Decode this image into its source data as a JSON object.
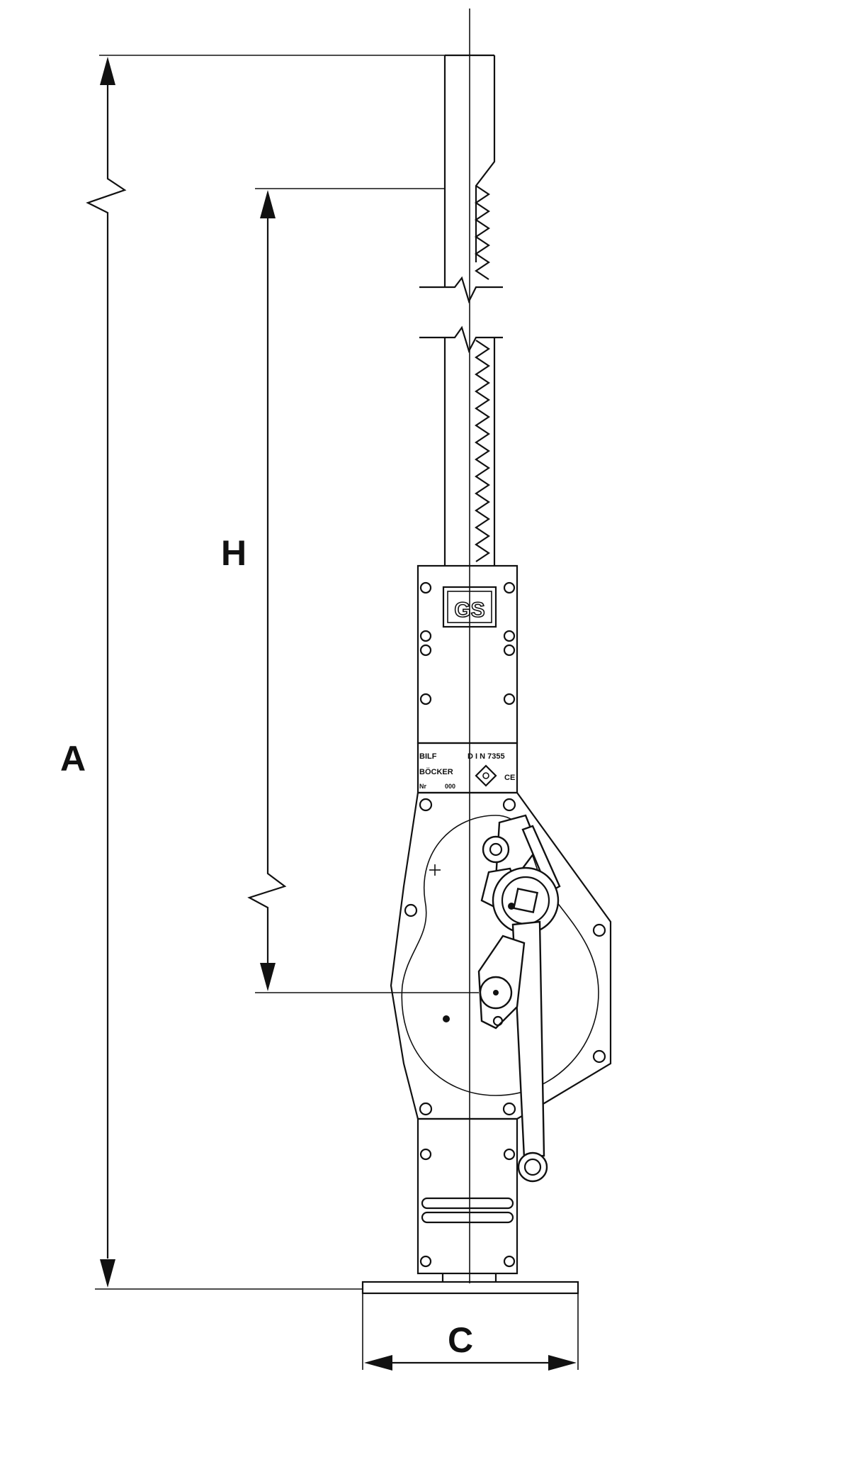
{
  "dimensions": {
    "A": "A",
    "H": "H",
    "C": "C"
  },
  "nameplate": {
    "line1_left": "BILF",
    "line1_right": "D I N  7355",
    "line2_left": "BÖCKER",
    "line3_left": "Nr",
    "line3_mid": "000"
  },
  "marks": {
    "gs_mark": "GS",
    "ce_mark": "CE"
  }
}
